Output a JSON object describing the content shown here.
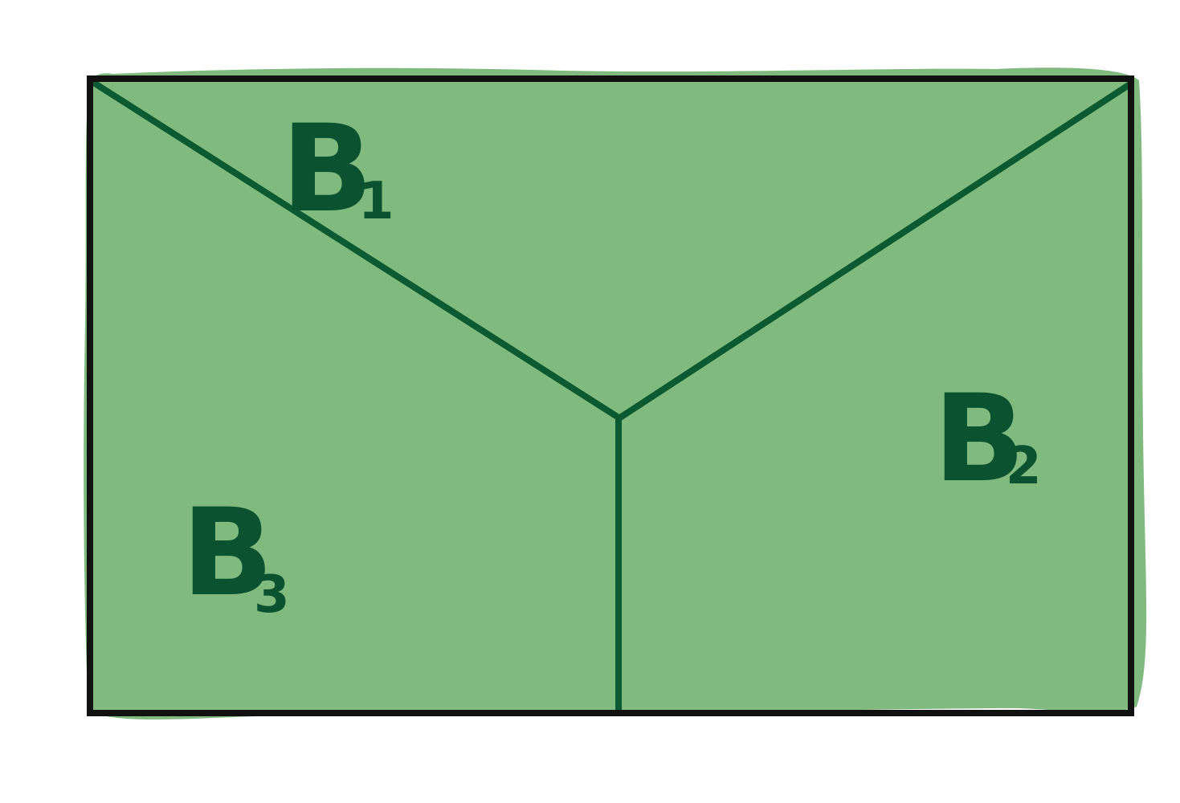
{
  "diagram": {
    "colors": {
      "fill": "#80ba7e",
      "fill_edge": "#84bb81",
      "border": "#111111",
      "divider": "#0b5a31",
      "label": "#0a5230",
      "background": "#ffffff"
    },
    "regions": [
      {
        "id": "B1",
        "letter": "B",
        "subscript": "1"
      },
      {
        "id": "B2",
        "letter": "B",
        "subscript": "2"
      },
      {
        "id": "B3",
        "letter": "B",
        "subscript": "3"
      }
    ]
  }
}
